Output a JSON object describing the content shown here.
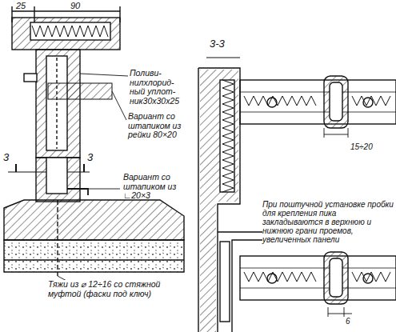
{
  "diagram": {
    "labels": [
      "25",
      "90",
      "Поливи- нилхлорид- ный уплот- ник30х30х25",
      "Вариант со штапиком из рейки 80×20",
      "3",
      "3",
      "Вариант со штапиком из ∟20×3",
      "Тяжи из ⌀ 12÷16 со стяжной муфтой (фаски под ключ)",
      "3-3",
      "При поштучной установке пробки для крепления пика закладываются в верхнюю и нижнюю грани проемов, увеличенных панели",
      "15÷20",
      "6"
    ]
  }
}
